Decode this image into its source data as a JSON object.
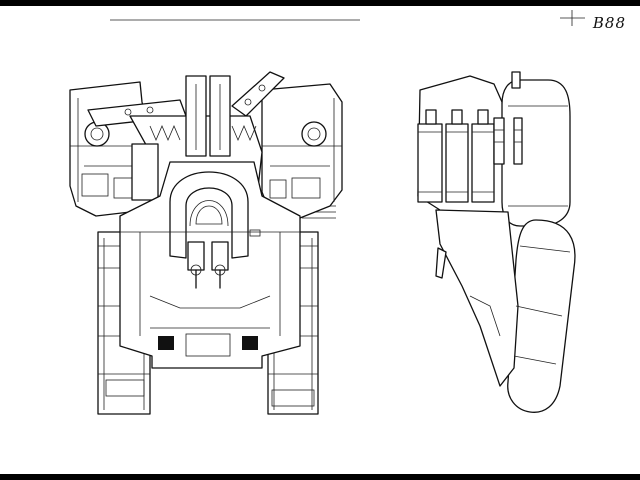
{
  "sheet": {
    "label": "B88"
  },
  "views": {
    "top_view": "tank-mech-top-view",
    "side_view": "tank-mech-side-view"
  },
  "colors": {
    "frame": "#000000",
    "paper": "#ffffff",
    "ink": "#111111"
  }
}
